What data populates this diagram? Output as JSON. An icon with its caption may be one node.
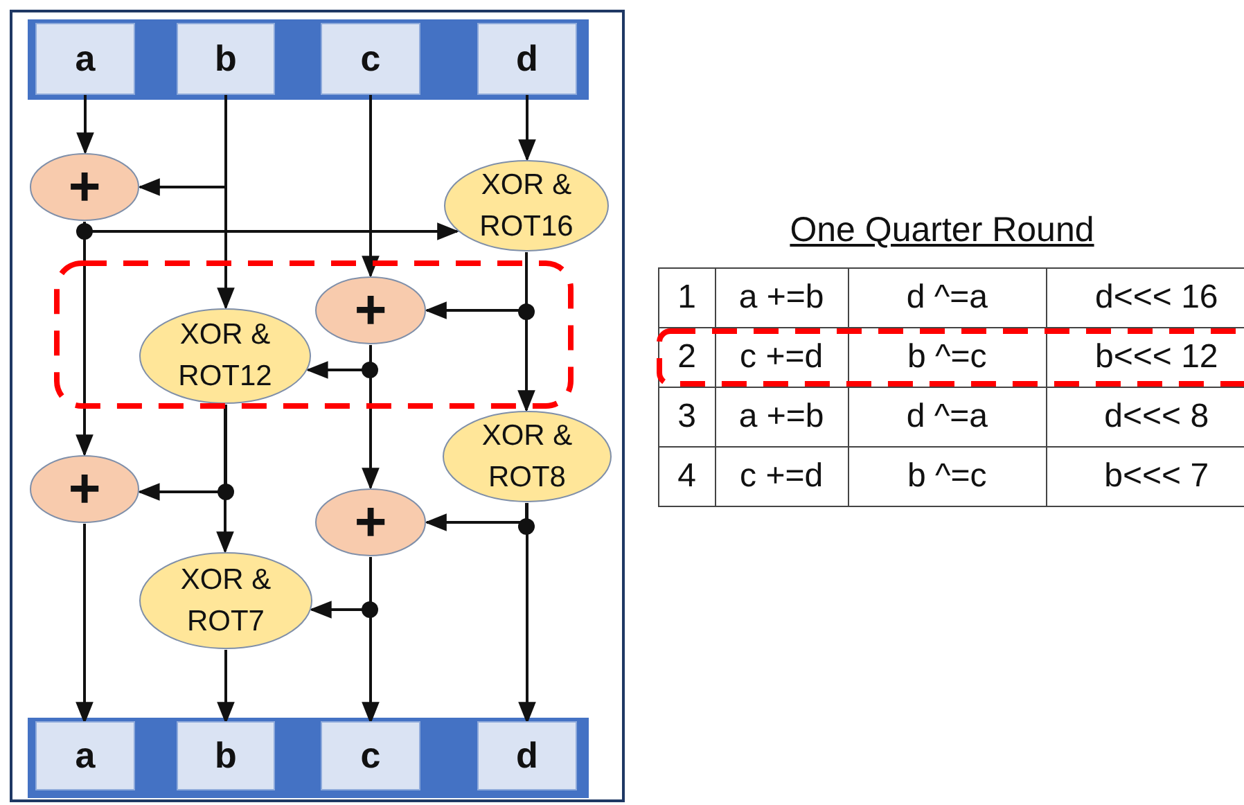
{
  "diagram": {
    "nodes": [
      {
        "text": [
          "a"
        ]
      },
      {
        "text": [
          "b"
        ]
      },
      {
        "text": [
          "c"
        ]
      },
      {
        "text": [
          "d"
        ]
      },
      {
        "text": [
          "+"
        ]
      },
      {
        "text": [
          "XOR & ROT16"
        ]
      },
      {
        "text": [
          "+"
        ]
      },
      {
        "text": [
          "XOR & ROT12"
        ]
      },
      {
        "text": [
          "XOR & ROT8"
        ]
      },
      {
        "text": [
          "+"
        ]
      },
      {
        "text": [
          "+"
        ]
      },
      {
        "text": [
          "XOR & ROT7"
        ]
      },
      {
        "text": [
          "a"
        ]
      },
      {
        "text": [
          "b"
        ]
      },
      {
        "text": [
          "c"
        ]
      },
      {
        "text": [
          "d"
        ]
      }
    ],
    "edges": [
      {
        "from": 0,
        "to": 4,
        "arrow": "to"
      },
      {
        "from": 1,
        "to": 4,
        "arrow": "to"
      },
      {
        "from": 4,
        "to": 5,
        "arrow": "to"
      },
      {
        "from": 4,
        "to": 9,
        "arrow": "to"
      },
      {
        "from": 3,
        "to": 5,
        "arrow": "to"
      },
      {
        "from": 2,
        "to": 6,
        "arrow": "to"
      },
      {
        "from": 5,
        "to": 6,
        "arrow": "to"
      },
      {
        "from": 5,
        "to": 8,
        "arrow": "to"
      },
      {
        "from": 1,
        "to": 7,
        "arrow": "to"
      },
      {
        "from": 6,
        "to": 7,
        "arrow": "to"
      },
      {
        "from": 6,
        "to": 10,
        "arrow": "to"
      },
      {
        "from": 7,
        "to": 9,
        "arrow": "to"
      },
      {
        "from": 7,
        "to": 11,
        "arrow": "to"
      },
      {
        "from": 8,
        "to": 10,
        "arrow": "to"
      },
      {
        "from": 8,
        "to": 15,
        "arrow": "to"
      },
      {
        "from": 10,
        "to": 11,
        "arrow": "to"
      },
      {
        "from": 10,
        "to": 14,
        "arrow": "to"
      },
      {
        "from": 9,
        "to": 12,
        "arrow": "to"
      },
      {
        "from": 11,
        "to": 13,
        "arrow": "to"
      }
    ],
    "labels": [
      "One Quarter Round",
      "1",
      "a +=b",
      "d ^=a",
      "d<<< 16",
      "2",
      "c +=d",
      "b ^=c",
      "b<<< 12",
      "3",
      "a +=b",
      "d ^=a",
      "d<<< 8",
      "4",
      "c +=d",
      "b ^=c",
      "b<<< 7"
    ]
  }
}
